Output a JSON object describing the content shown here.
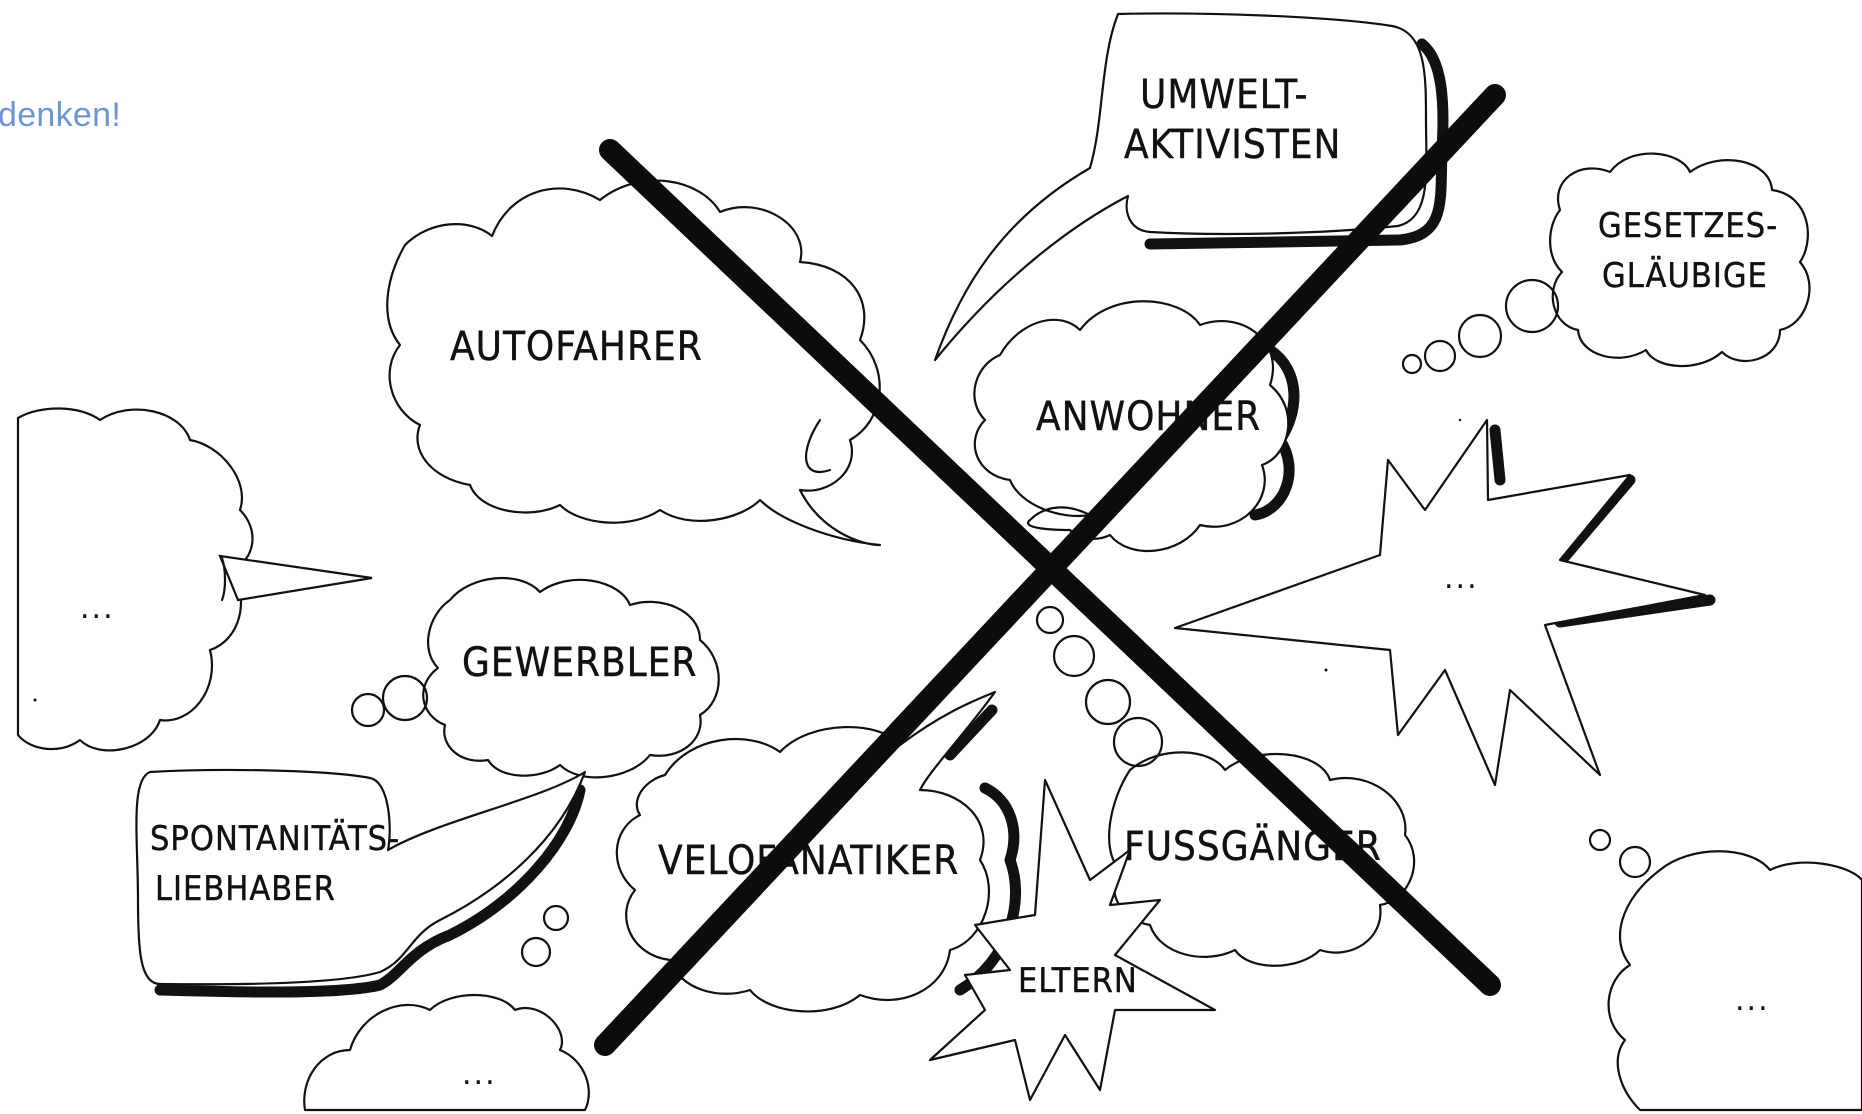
{
  "slide": {
    "partial_text": "denken!"
  },
  "labels": {
    "umwelt_1": "UMWELT-",
    "umwelt_2": "AKTIVISTEN",
    "gesetz_1": "GESETZES-",
    "gesetz_2": "GLÄUBIGE",
    "autofahrer": "AUTOFAHRER",
    "anwohner": "ANWOHNER",
    "gewerbler": "GEWERBLER",
    "spontan_1": "SPONTANITÄTS-",
    "spontan_2": "LIEBHABER",
    "velo": "VELOFANATIKER",
    "fuss": "FUSSGÄNGER",
    "eltern": "ELTERN",
    "placeholder": "..."
  },
  "colors": {
    "ink": "#111111",
    "slide_text": "#6f95d1",
    "background": "#ffffff"
  }
}
